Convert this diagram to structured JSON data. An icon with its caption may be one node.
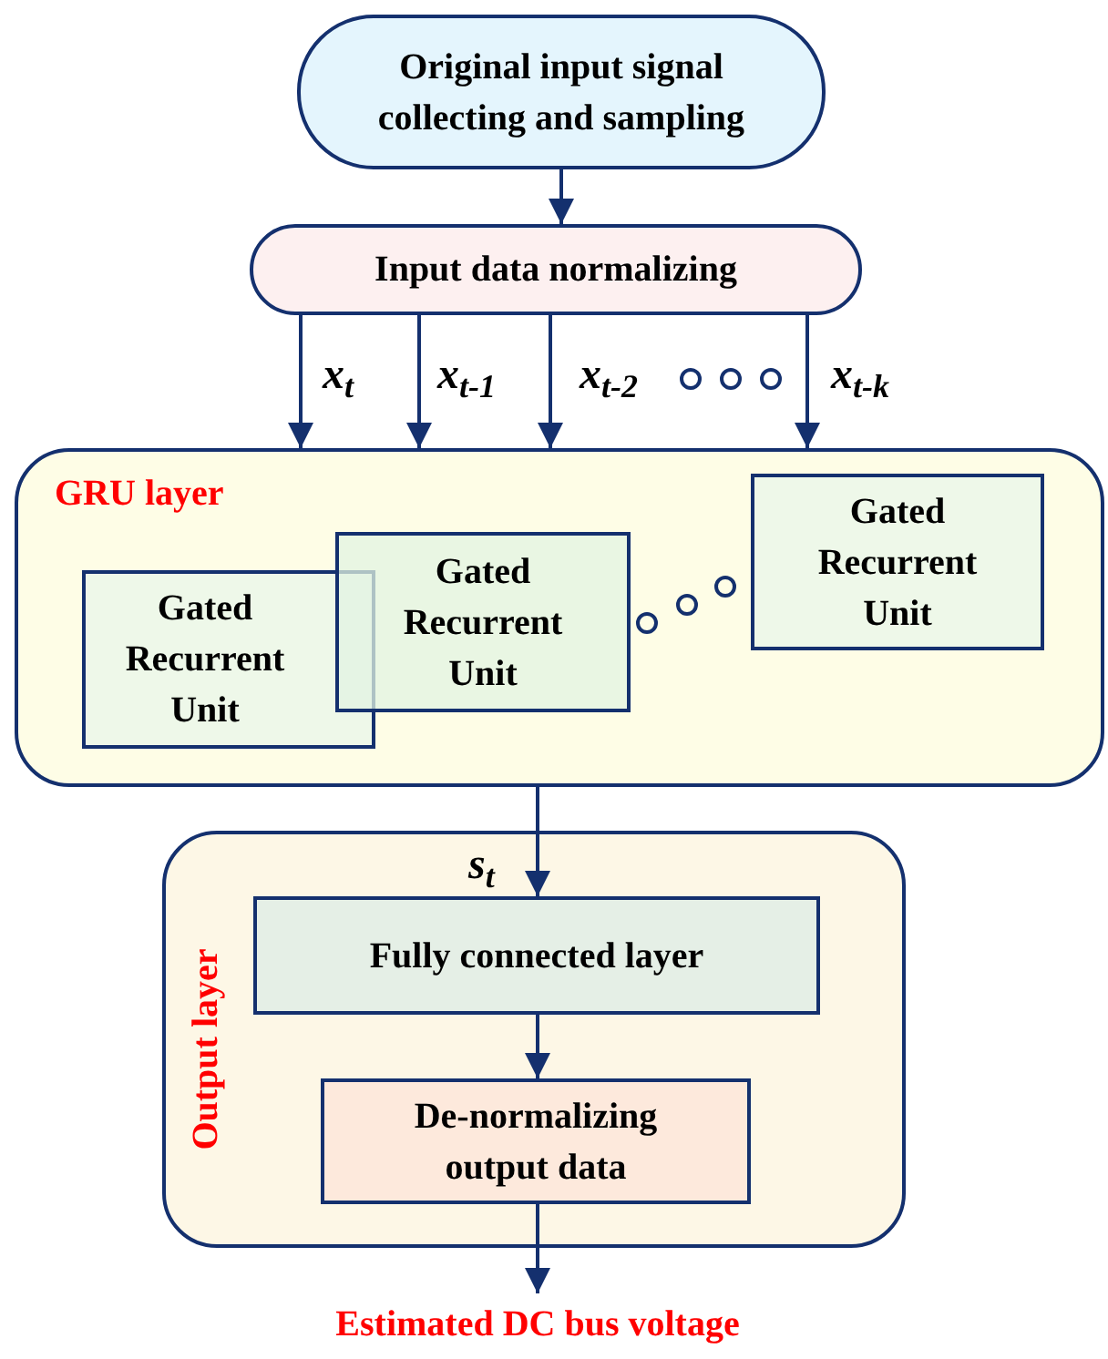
{
  "diagram": {
    "nodes": [
      {
        "text": [
          "Original input signal collecting and sampling"
        ]
      },
      {
        "text": [
          "Input data normalizing"
        ]
      },
      {
        "text": [
          "GRU layer"
        ]
      },
      {
        "text": [
          "Gated Recurrent Unit"
        ],
        "in": 2
      },
      {
        "text": [
          "Gated Recurrent Unit"
        ],
        "in": 2
      },
      {
        "text": [
          "Gated Recurrent Unit"
        ],
        "in": 2
      },
      {
        "text": [
          "Output layer"
        ]
      },
      {
        "text": [
          "Fully connected layer"
        ],
        "in": 6
      },
      {
        "text": [
          "De-normalizing output data"
        ],
        "in": 6
      },
      {
        "text": [
          "Estimated DC bus voltage"
        ]
      }
    ],
    "edges": [
      {
        "from": 0,
        "to": 1,
        "arrow": "to"
      },
      {
        "from": 1,
        "to": 2,
        "arrow": "to",
        "label": "x$_{t}$"
      },
      {
        "from": 1,
        "to": 2,
        "arrow": "to",
        "label": "x$_{t-1}$"
      },
      {
        "from": 1,
        "to": 2,
        "arrow": "to",
        "label": "x$_{t-2}$"
      },
      {
        "from": 1,
        "to": 2,
        "arrow": "to",
        "label": "x$_{t-k}$"
      },
      {
        "from": 2,
        "to": 7,
        "arrow": "to",
        "label": "s$_{t}$"
      },
      {
        "from": 7,
        "to": 8,
        "arrow": "to"
      },
      {
        "from": 8,
        "to": 9,
        "arrow": "to"
      }
    ]
  }
}
